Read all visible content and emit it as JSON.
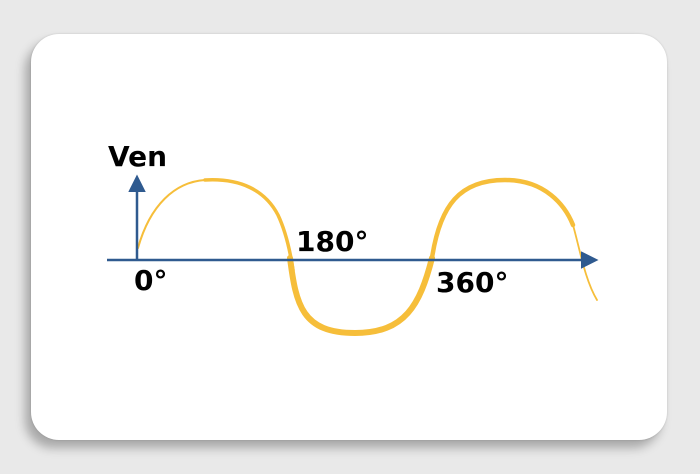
{
  "diagram": {
    "y_axis_label": "Ven",
    "tick_labels": [
      "0°",
      "180°",
      "360°"
    ],
    "colors": {
      "wave": "#F6BE3A",
      "axis": "#2F5A8F",
      "card": "#FFFFFF",
      "background": "#E9E9E9"
    }
  }
}
